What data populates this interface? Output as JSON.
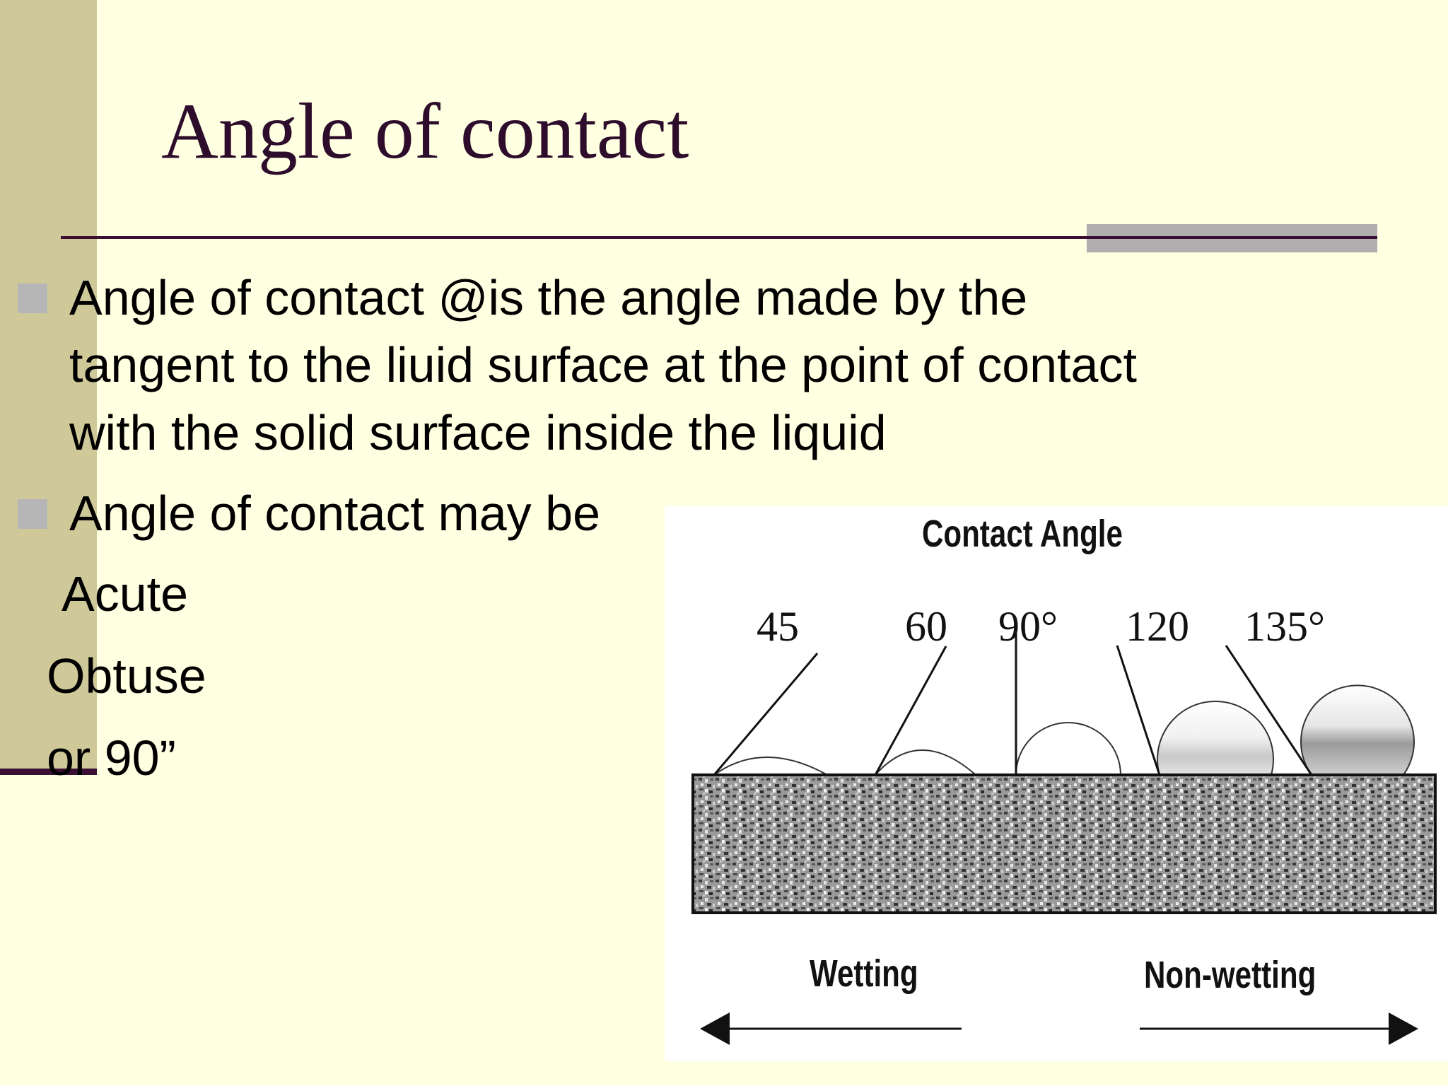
{
  "slide": {
    "title": "Angle of contact",
    "bullets": [
      {
        "lines": [
          "Angle of contact @is the angle made by the",
          "tangent to the liuid surface at the point of contact",
          "with the solid surface inside the liquid"
        ]
      },
      {
        "lines": [
          "Angle of contact may be"
        ]
      }
    ],
    "plain_lines": [
      "Acute",
      "Obtuse",
      "or 90”"
    ]
  },
  "figure": {
    "title": "Contact Angle",
    "angles": [
      "45",
      "60",
      "90°",
      "120",
      "135°"
    ],
    "wetting_label": "Wetting",
    "nonwetting_label": "Non-wetting"
  },
  "colors": {
    "background": "#ffffe2",
    "sidebar": "#cfc99a",
    "accent": "#3a0f33",
    "bullet": "#b7b6b6"
  }
}
